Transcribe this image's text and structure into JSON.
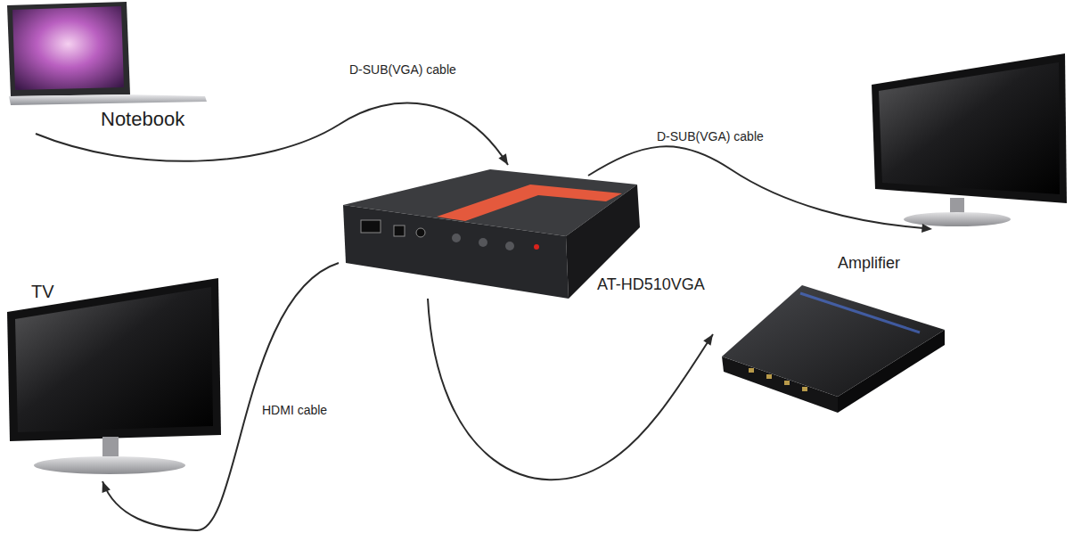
{
  "diagram": {
    "nodes": [
      {
        "text": [
          "Notebook"
        ]
      },
      {
        "text": [
          "AT-HD510VGA"
        ]
      },
      {
        "text": [
          "TV"
        ]
      },
      {
        "text": [
          "Amplifier"
        ]
      }
    ],
    "edges": [
      {
        "from": 0,
        "to": 1,
        "arrow": "to",
        "label": "D-SUB(VGA) cable"
      },
      {
        "from": 1,
        "to": 2,
        "arrow": "to",
        "label": "HDMI cable"
      },
      {
        "from": 1,
        "to": 3,
        "arrow": "to"
      }
    ],
    "labels": [
      "D-SUB(VGA) cable"
    ]
  }
}
